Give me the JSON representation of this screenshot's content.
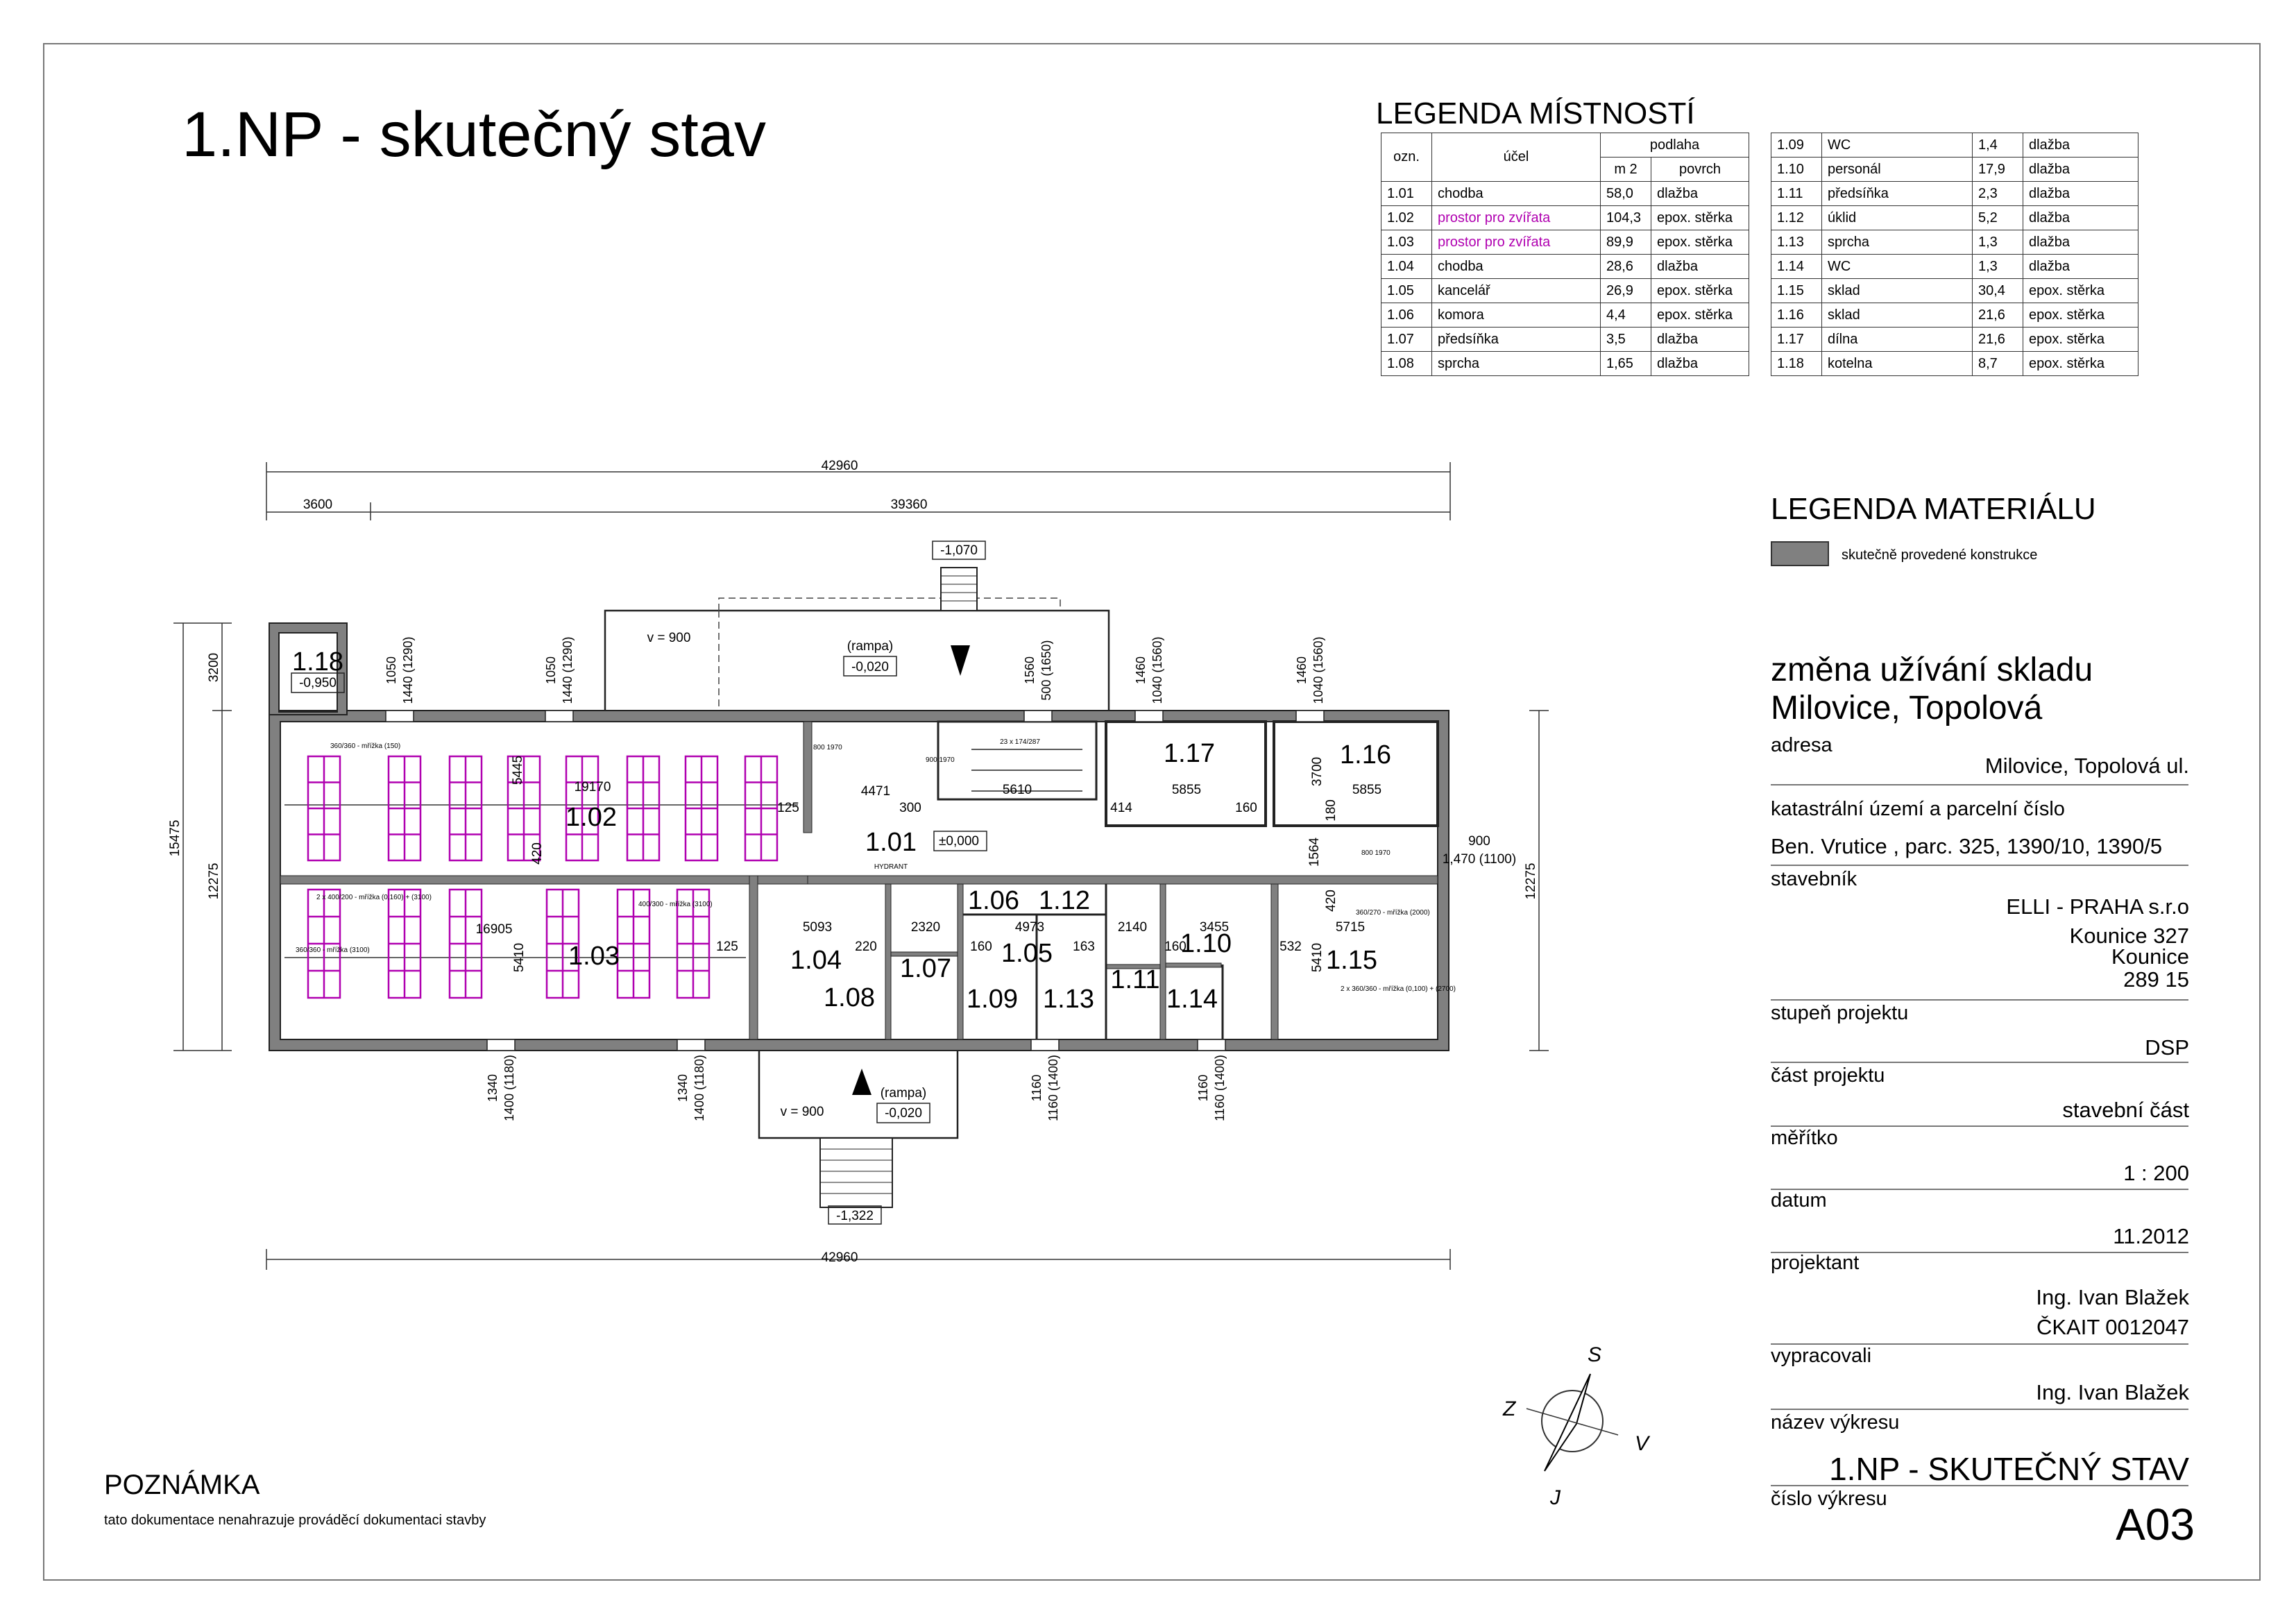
{
  "drawing_title": "1.NP - skutečný stav",
  "rooms_legend": {
    "title": "LEGENDA MÍSTNOSTÍ",
    "col_id": "ozn.",
    "col_use": "účel",
    "col_floor": "podlaha",
    "col_area": "m 2",
    "col_surface": "povrch",
    "left_rows": [
      {
        "id": "1.01",
        "use": "chodba",
        "area": "58,0",
        "surface": "dlažba",
        "highlight": false
      },
      {
        "id": "1.02",
        "use": "prostor pro zvířata",
        "area": "104,3",
        "surface": "epox. stěrka",
        "highlight": true
      },
      {
        "id": "1.03",
        "use": "prostor pro zvířata",
        "area": "89,9",
        "surface": "epox. stěrka",
        "highlight": true
      },
      {
        "id": "1.04",
        "use": "chodba",
        "area": "28,6",
        "surface": "dlažba",
        "highlight": false
      },
      {
        "id": "1.05",
        "use": "kancelář",
        "area": "26,9",
        "surface": "epox. stěrka",
        "highlight": false
      },
      {
        "id": "1.06",
        "use": "komora",
        "area": "4,4",
        "surface": "epox. stěrka",
        "highlight": false
      },
      {
        "id": "1.07",
        "use": "předsíňka",
        "area": "3,5",
        "surface": "dlažba",
        "highlight": false
      },
      {
        "id": "1.08",
        "use": "sprcha",
        "area": "1,65",
        "surface": "dlažba",
        "highlight": false
      }
    ],
    "right_rows": [
      {
        "id": "1.09",
        "use": "WC",
        "area": "1,4",
        "surface": "dlažba"
      },
      {
        "id": "1.10",
        "use": "personál",
        "area": "17,9",
        "surface": "dlažba"
      },
      {
        "id": "1.11",
        "use": "předsíňka",
        "area": "2,3",
        "surface": "dlažba"
      },
      {
        "id": "1.12",
        "use": "úklid",
        "area": "5,2",
        "surface": "dlažba"
      },
      {
        "id": "1.13",
        "use": "sprcha",
        "area": "1,3",
        "surface": "dlažba"
      },
      {
        "id": "1.14",
        "use": "WC",
        "area": "1,3",
        "surface": "dlažba"
      },
      {
        "id": "1.15",
        "use": "sklad",
        "area": "30,4",
        "surface": "epox. stěrka"
      },
      {
        "id": "1.16",
        "use": "sklad",
        "area": "21,6",
        "surface": "epox. stěrka"
      },
      {
        "id": "1.17",
        "use": "dílna",
        "area": "21,6",
        "surface": "epox. stěrka"
      },
      {
        "id": "1.18",
        "use": "kotelna",
        "area": "8,7",
        "surface": "epox. stěrka"
      }
    ],
    "highlight_color": "#b000b0"
  },
  "material_legend": {
    "title": "LEGENDA MATERIÁLU",
    "item": "skutečně provedené konstrukce",
    "swatch_color": "#808080"
  },
  "title_block": {
    "project_name_1": "změna užívání skladu",
    "project_name_2": "Milovice, Topolová",
    "address_label": "adresa",
    "address": "Milovice, Topolová ul.",
    "cadastre_label": "katastrální území a parcelní číslo",
    "cadastre": "Ben. Vrutice , parc. 325, 1390/10, 1390/5",
    "investor_label": "stavebník",
    "investor_1": "ELLI - PRAHA s.r.o",
    "investor_2": "Kounice 327",
    "investor_3": "Kounice",
    "investor_4": "289 15",
    "stage_label": "stupeň projektu",
    "stage": "DSP",
    "part_label": "část projektu",
    "part": "stavební část",
    "scale_label": "měřítko",
    "scale": "1 : 200",
    "date_label": "datum",
    "date": "11.2012",
    "designer_label": "projektant",
    "designer_1": "Ing. Ivan Blažek",
    "designer_2": "ČKAIT 0012047",
    "drawn_label": "vypracovali",
    "drawn_by": "Ing. Ivan Blažek",
    "drawing_name_label": "název výkresu",
    "drawing_name": "1.NP -  SKUTEČNÝ STAV",
    "drawing_number_label": "číslo výkresu",
    "drawing_number": "A03"
  },
  "note": {
    "title": "POZNÁMKA",
    "text": "tato dokumentace nenahrazuje prováděcí dokumentaci stavby"
  },
  "compass": {
    "s": "S",
    "v": "V",
    "j": "J",
    "z": "Z"
  },
  "plan": {
    "overall_top": "42960",
    "seg_left": "3600",
    "seg_right": "39360",
    "overall_bottom": "42960",
    "height_total": "15475",
    "height_upper": "3200",
    "height_main": "12275",
    "height_right": "12275",
    "level_stairs_top": "-1,070",
    "level_ramp_top": "-0,020",
    "level_ramp_bottom": "-0,020",
    "level_stairs_bottom": "-1,322",
    "level_101": "±0,000",
    "level_118": "-0,950",
    "ramp_label": "(rampa)",
    "slope_top": "v = 900",
    "slope_bottom": "v = 900",
    "hydrant": "HYDRANT",
    "stair_note": "23 x 174/287",
    "door_right_1": "900",
    "door_right_2": "1,470 (1100)",
    "rooms": [
      "1.01",
      "1.02",
      "1.03",
      "1.04",
      "1.05",
      "1.06",
      "1.07",
      "1.08",
      "1.09",
      "1.10",
      "1.11",
      "1.12",
      "1.13",
      "1.14",
      "1.15",
      "1.16",
      "1.17",
      "1.18"
    ],
    "dims_inner": [
      "19170",
      "16905",
      "4471",
      "300",
      "5610",
      "5855",
      "5855",
      "5093",
      "2320",
      "4973",
      "2140",
      "3455",
      "5715",
      "125",
      "125",
      "414",
      "160",
      "220",
      "160",
      "163",
      "160",
      "532",
      "5445",
      "5410",
      "5410",
      "3700",
      "180",
      "1564",
      "420",
      "420"
    ],
    "windows_top": [
      {
        "a": "1050",
        "b": "1440 (1290)"
      },
      {
        "a": "1050",
        "b": "1440 (1290)"
      },
      {
        "a": "1560",
        "b": "500 (1650)"
      },
      {
        "a": "1460",
        "b": "1040 (1560)"
      },
      {
        "a": "1460",
        "b": "1040 (1560)"
      }
    ],
    "windows_bottom": [
      {
        "a": "1340",
        "b": "1400 (1180)"
      },
      {
        "a": "1340",
        "b": "1400 (1180)"
      },
      {
        "a": "1160",
        "b": "1160 (1400)"
      },
      {
        "a": "1160",
        "b": "1160 (1400)"
      }
    ],
    "grille_notes": [
      "360/360 - mřížka (150)",
      "2 x 400/200 - mřížka (0,160) + (3100)",
      "400/300 - mřížka (3100)",
      "360/360 - mřížka (3100)",
      "360/270 - mřížka (2000)",
      "2 x 360/360 - mřížka (0,100) + (2700)"
    ],
    "small_notes": [
      "800 1970",
      "900 1970",
      "800 1970"
    ]
  }
}
